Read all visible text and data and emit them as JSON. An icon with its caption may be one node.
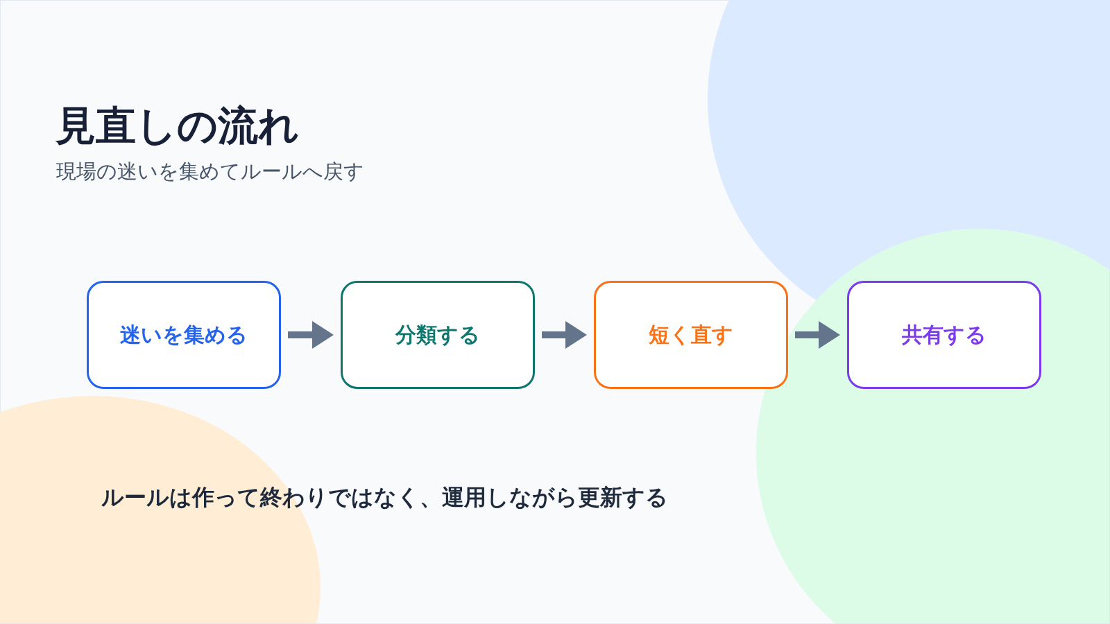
{
  "diagram": {
    "title": "見直しの流れ",
    "nodes": [
      {
        "text": [
          "迷いを集める"
        ]
      },
      {
        "text": [
          "分類する"
        ]
      },
      {
        "text": [
          "短く直す"
        ]
      },
      {
        "text": [
          "共有する"
        ]
      }
    ],
    "edges": [
      {
        "from": 0,
        "to": 1,
        "arrow": "to"
      },
      {
        "from": 1,
        "to": 2,
        "arrow": "to"
      },
      {
        "from": 2,
        "to": 3,
        "arrow": "to"
      }
    ],
    "labels": [
      "現場の迷いを集めてルールへ戻す",
      "ルールは作って終わりではなく、運用しながら更新する"
    ]
  }
}
